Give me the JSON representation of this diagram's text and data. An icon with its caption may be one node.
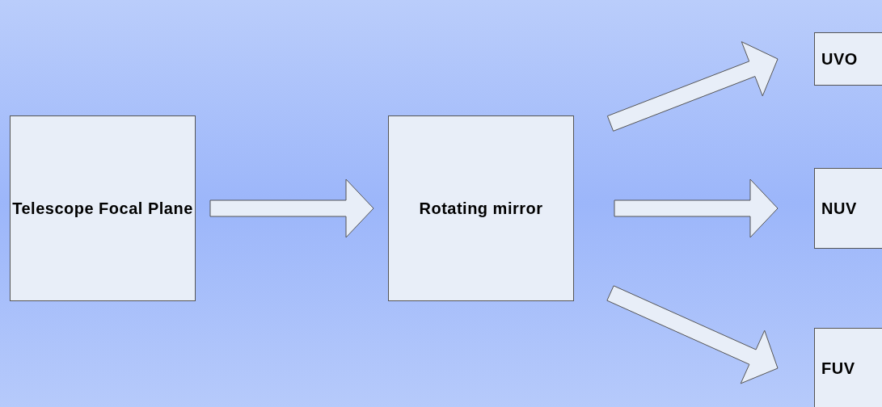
{
  "diagram": {
    "nodes": [
      {
        "text": [
          "Telescope Focal Plane"
        ]
      },
      {
        "text": [
          "Rotating mirror"
        ]
      },
      {
        "text": [
          "UVO"
        ]
      },
      {
        "text": [
          "NUV"
        ]
      },
      {
        "text": [
          "FUV"
        ]
      }
    ],
    "edges": [
      {
        "from": 0,
        "to": 1,
        "arrow": "to"
      },
      {
        "from": 1,
        "to": 2,
        "arrow": "to"
      },
      {
        "from": 1,
        "to": 3,
        "arrow": "to"
      },
      {
        "from": 1,
        "to": 4,
        "arrow": "to"
      }
    ]
  }
}
